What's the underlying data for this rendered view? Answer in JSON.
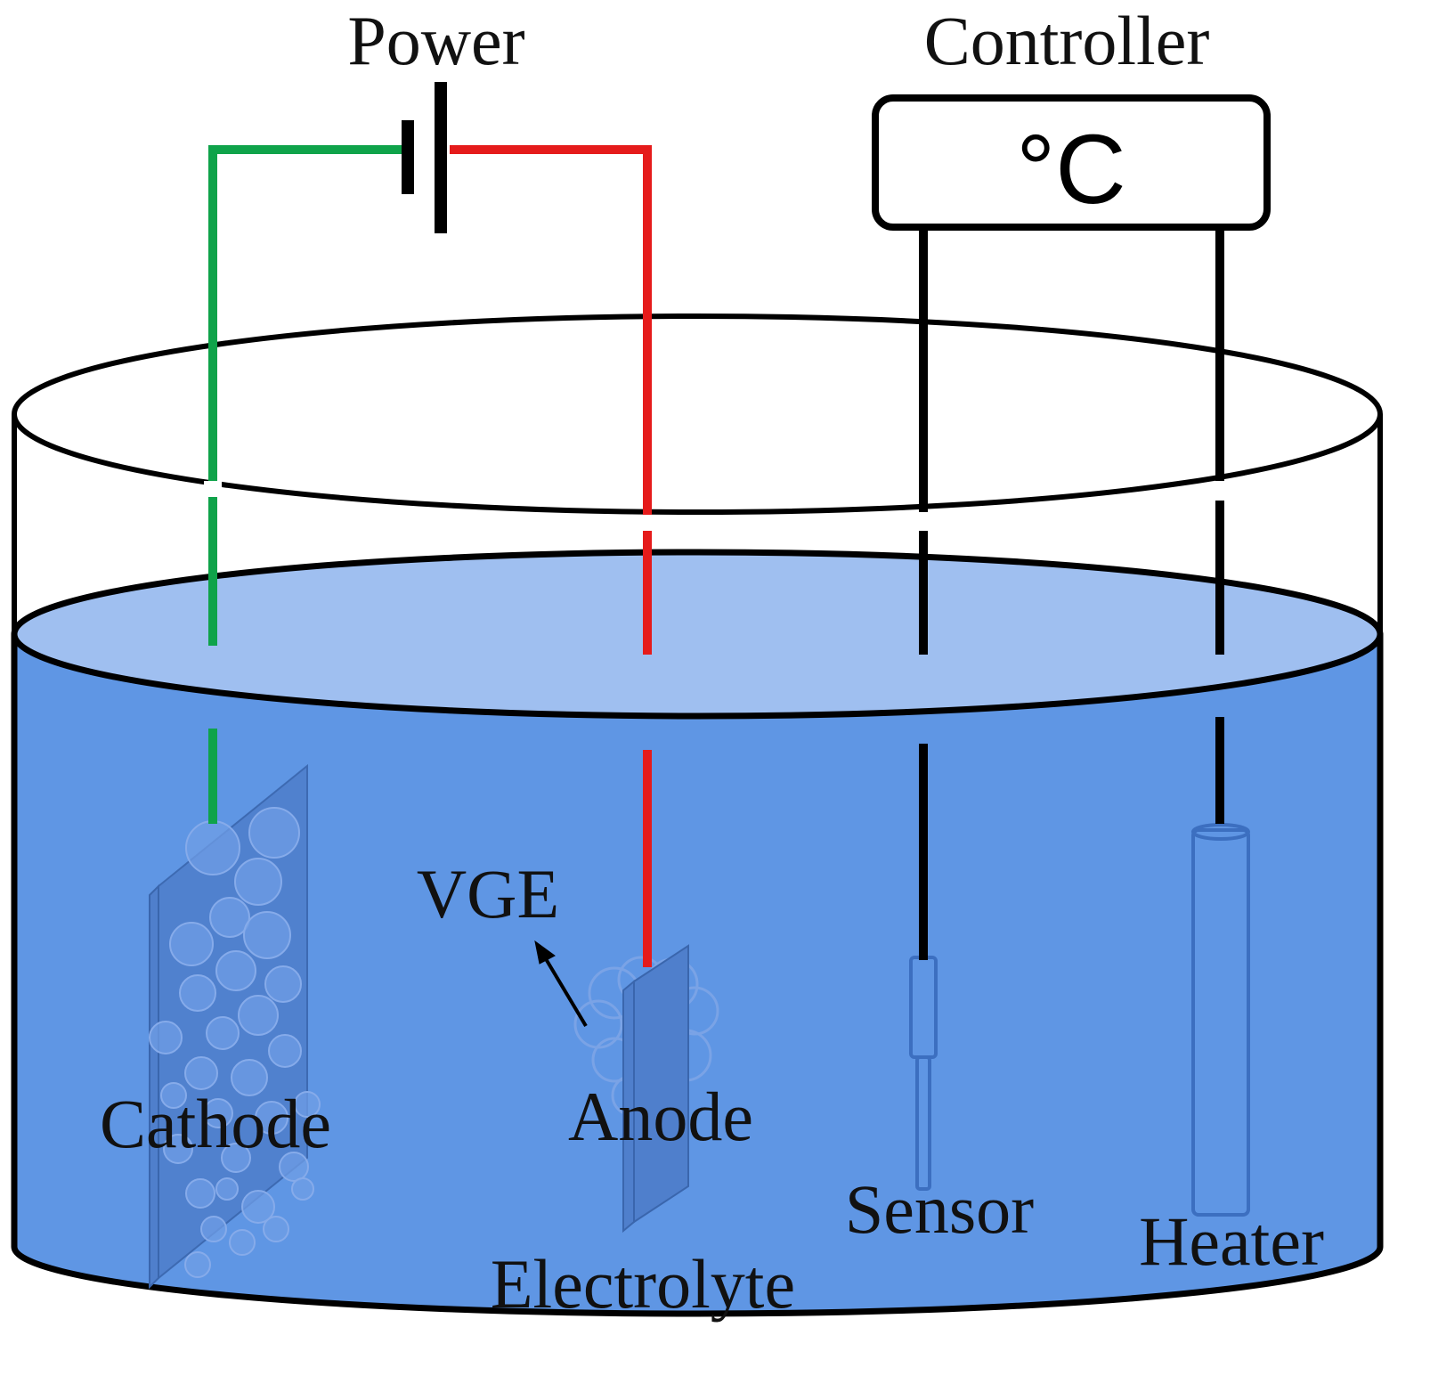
{
  "labels": {
    "power": "Power",
    "controller": "Controller",
    "temperature_unit": "°C",
    "vge": "VGE",
    "cathode": "Cathode",
    "anode": "Anode",
    "sensor": "Sensor",
    "heater": "Heater",
    "electrolyte": "Electrolyte"
  },
  "colors": {
    "cathode_wire": "#0fa34a",
    "anode_wire": "#e51b1b",
    "electrolyte": "#5f96e4",
    "electrolyte_surface": "#9fbff0",
    "electrode": "#4f7fcc",
    "bubble": "#6f9ee6",
    "outline": "#000000"
  }
}
